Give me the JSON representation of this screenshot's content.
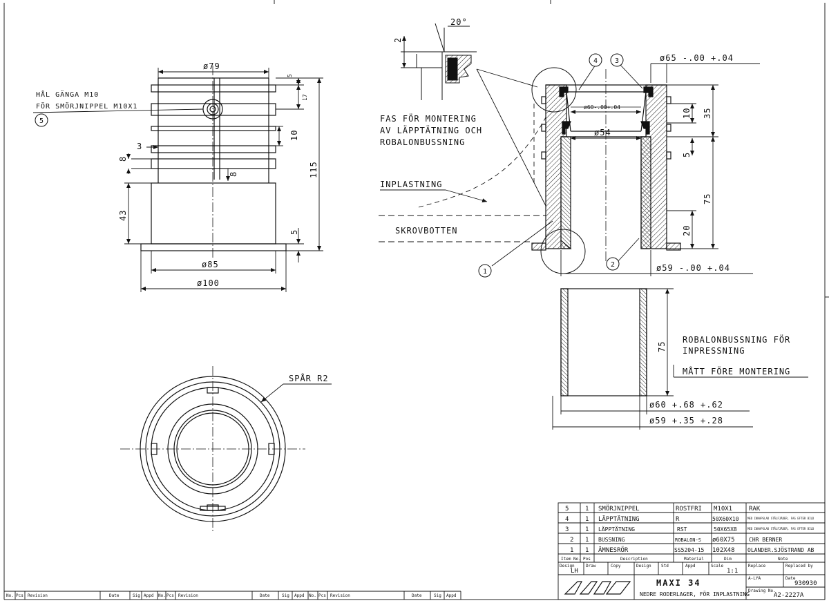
{
  "views": {
    "front": {
      "hole_note_1": "HÅL GÄNGA M10",
      "hole_note_2": "FÖR SMÖRJNIPPEL M10X1",
      "balloon": "5",
      "dims": {
        "d79": "ø79",
        "d85": "ø85",
        "d100": "ø100",
        "h5_top": "5",
        "h17": "17",
        "h115": "115",
        "h10": "10",
        "h3": "3",
        "h8": "8",
        "h8b": "8",
        "h43": "43",
        "h5_bot": "5"
      }
    },
    "section": {
      "angle": "20°",
      "h2": "2",
      "d65": "ø65  -.00  +.04",
      "d60": "ø60-.00+.04",
      "d54": "ø54",
      "h35": "35",
      "h10": "10",
      "h5": "5",
      "h75": "75",
      "h20": "20",
      "d59": "ø59  -.00  +.04",
      "note_fas_1": "FAS FÖR MONTERING",
      "note_fas_2": "AV LÄPPTÄTNING OCH",
      "note_fas_3": "ROBALONBUSSNING",
      "inplastning": "INPLASTNING",
      "skrovbotten": "SKROVBOTTEN",
      "balloons": [
        "1",
        "2",
        "3",
        "4"
      ]
    },
    "bushing": {
      "h75": "75",
      "note_1": "ROBALONBUSSNING FÖR",
      "note_2": "INPRESSNING",
      "note_3": "MÅTT FÖRE MONTERING",
      "d60": "ø60  +.68  +.62",
      "d59": "ø59  +.35  +.28"
    },
    "top": {
      "groove": "SPÅR R2"
    }
  },
  "parts_list": [
    {
      "item": "5",
      "qty": "1",
      "desc": "SMÖRJNIPPEL",
      "material": "ROSTFRI",
      "dim": "M10X1",
      "note": "RAK"
    },
    {
      "item": "4",
      "qty": "1",
      "desc": "LÄPPTÄTNING",
      "material": "R",
      "dim": "50X60X10",
      "note": "MED INKAPSLAD STÅLFJÄDER, FAS EFTER BILD"
    },
    {
      "item": "3",
      "qty": "1",
      "desc": "LÄPPTÄTNING",
      "material": "RST",
      "dim": "50X65X8",
      "note": "MED INKAPSLAD STÅLFJÄDER, FAS EFTER BILD"
    },
    {
      "item": "2",
      "qty": "1",
      "desc": "BUSSNING",
      "material": "ROBALON-S",
      "dim": "ø60X75",
      "note": "CHR BERNER"
    },
    {
      "item": "1",
      "qty": "1",
      "desc": "ÄMNESRÖR",
      "material": "SS5204-15",
      "dim": "102X48",
      "note": "OLANDER.SJÖSTRAND AB"
    }
  ],
  "parts_header": {
    "item": "Item No.",
    "pos": "Pos",
    "desc": "Description",
    "material": "Material",
    "dim": "Dim",
    "note": "Note"
  },
  "title_block": {
    "design_lbl": "Design",
    "design_val": "LH",
    "draw": "Draw",
    "copy": "Copy",
    "design2": "Design",
    "std": "Std",
    "appd": "Appd",
    "scale_lbl": "Scale",
    "scale_val": "1:1",
    "replace": "Replace",
    "replaced_by": "Replaced by",
    "alya": "A-LYA",
    "date_lbl": "Date",
    "date_val": "930930",
    "drawing_no_lbl": "Drawing No.",
    "drawing_no": "A2-2227A",
    "title": "MAXI 34",
    "subtitle": "NEDRE RODERLAGER, FÖR INPLASTNING",
    "logo": "MAXI"
  },
  "revision_block": {
    "no": "No.",
    "pcs": "Pcs",
    "revision": "Revision",
    "date": "Date",
    "sig": "Sig",
    "appd": "Appd"
  }
}
